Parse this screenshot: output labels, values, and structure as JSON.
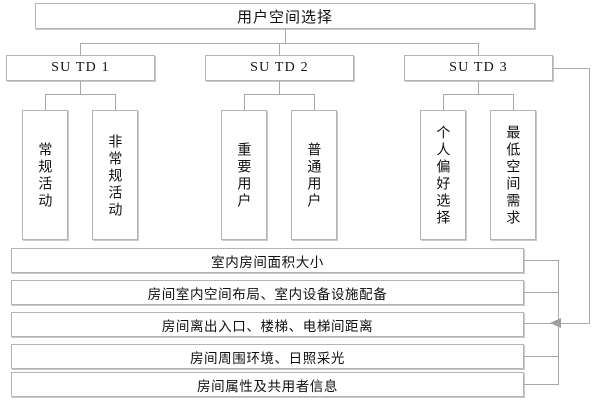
{
  "diagram": {
    "title": "用户空间选择",
    "root": {
      "label": "用户空间选择"
    },
    "level2": [
      {
        "label": "SU TD 1"
      },
      {
        "label": "SU TD 2"
      },
      {
        "label": "SU TD 3"
      }
    ],
    "level3": [
      {
        "label": "常规活动",
        "parent": "SU TD 1"
      },
      {
        "label": "非常规活动",
        "parent": "SU TD 1"
      },
      {
        "label": "重要用户",
        "parent": "SU TD 2"
      },
      {
        "label": "普通用户",
        "parent": "SU TD 2"
      },
      {
        "label": "个人偏好选择",
        "parent": "SU TD 3"
      },
      {
        "label": "最低空间需求",
        "parent": "SU TD 3"
      }
    ],
    "attributes": [
      {
        "label": "室内房间面积大小"
      },
      {
        "label": "房间室内空间布局、室内设备设施配备"
      },
      {
        "label": "房间离出入口、楼梯、电梯间距离"
      },
      {
        "label": "房间周围环境、日照采光"
      },
      {
        "label": "房间属性及共用者信息"
      }
    ],
    "colors": {
      "border": "#b4b4b4",
      "shadow": "#c9c9c9",
      "connector": "#a8a8a8",
      "arrow": "#9a9a9a",
      "text": "#111111",
      "background": "#ffffff"
    }
  }
}
